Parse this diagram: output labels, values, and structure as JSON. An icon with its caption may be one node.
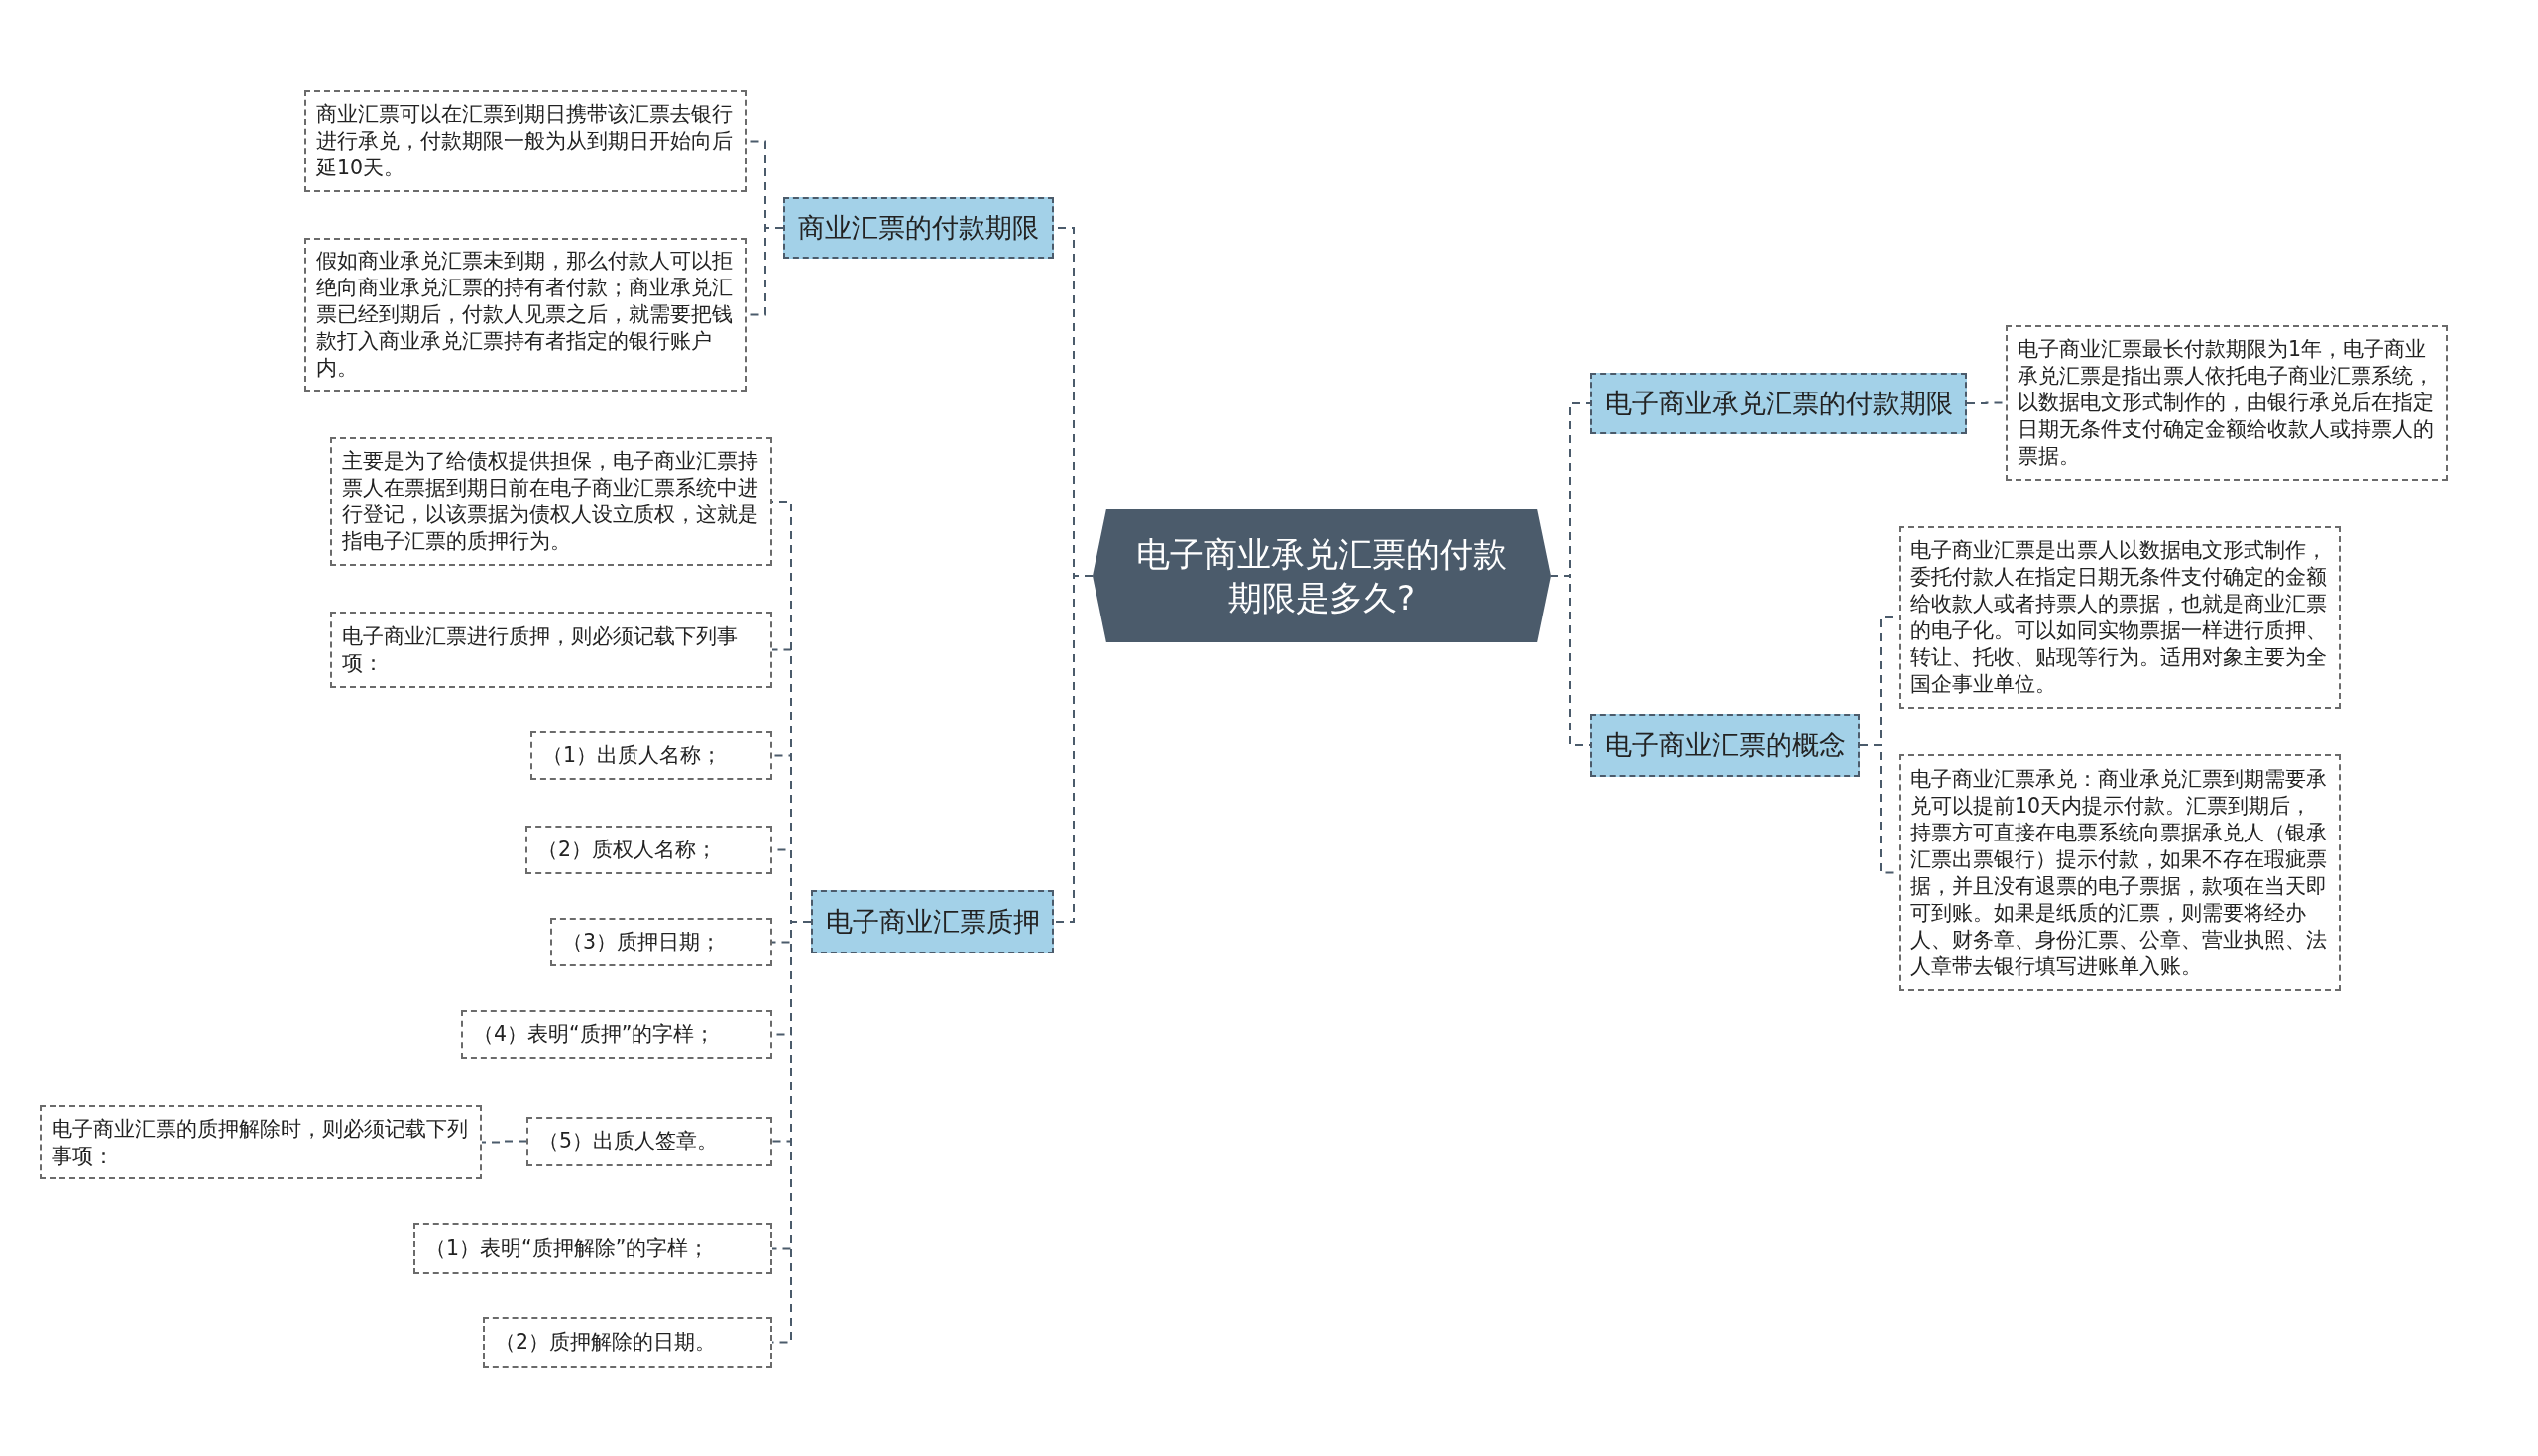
{
  "diagram": {
    "nodes": [
      {
        "text": [
          "电子商业承兑汇票的付款期限是多久?"
        ]
      },
      {
        "text": [
          "商业汇票的付款期限"
        ]
      },
      {
        "text": [
          "商业汇票可以在汇票到期日携带该汇票去银行进行承兑，付款期限一般为从到期日开始向后延10天。"
        ]
      },
      {
        "text": [
          "假如商业承兑汇票未到期，那么付款人可以拒绝向商业承兑汇票的持有者付款；商业承兑汇票已经到期后，付款人见票之后，就需要把钱款打入商业承兑汇票持有者指定的银行账户内。"
        ]
      },
      {
        "text": [
          "电子商业汇票质押"
        ]
      },
      {
        "text": [
          "主要是为了给债权提供担保，电子商业汇票持票人在票据到期日前在电子商业汇票系统中进行登记，以该票据为债权人设立质权，这就是指电子汇票的质押行为。"
        ]
      },
      {
        "text": [
          "电子商业汇票进行质押，则必须记载下列事项："
        ]
      },
      {
        "text": [
          "（1）出质人名称；"
        ]
      },
      {
        "text": [
          "（2）质权人名称；"
        ]
      },
      {
        "text": [
          "（3）质押日期；"
        ]
      },
      {
        "text": [
          "（4）表明“质押”的字样；"
        ]
      },
      {
        "text": [
          "（5）出质人签章。"
        ]
      },
      {
        "text": [
          "电子商业汇票的质押解除时，则必须记载下列事项："
        ]
      },
      {
        "text": [
          "（1）表明“质押解除”的字样；"
        ]
      },
      {
        "text": [
          "（2）质押解除的日期。"
        ]
      },
      {
        "text": [
          "电子商业承兑汇票的付款期限"
        ]
      },
      {
        "text": [
          "电子商业汇票最长付款期限为1年，电子商业承兑汇票是指出票人依托电子商业汇票系统，以数据电文形式制作的，由银行承兑后在指定日期无条件支付确定金额给收款人或持票人的票据。"
        ]
      },
      {
        "text": [
          "电子商业汇票的概念"
        ]
      },
      {
        "text": [
          "电子商业汇票是出票人以数据电文形式制作，委托付款人在指定日期无条件支付确定的金额给收款人或者持票人的票据，也就是商业汇票的电子化。可以如同实物票据一样进行质押、转让、托收、贴现等行为。适用对象主要为全国企事业单位。"
        ]
      },
      {
        "text": [
          "电子商业汇票承兑：商业承兑汇票到期需要承兑可以提前10天内提示付款。汇票到期后，持票方可直接在电票系统向票据承兑人（银承汇票出票银行）提示付款，如果不存在瑕疵票据，并且没有退票的电子票据，款项在当天即可到账。如果是纸质的汇票，则需要将经办人、财务章、身份汇票、公章、营业执照、法人章带去银行填写进账单入账。"
        ]
      }
    ],
    "edges": [
      {
        "from": 0,
        "to": 1,
        "arrow": "none"
      },
      {
        "from": 1,
        "to": 2,
        "arrow": "none"
      },
      {
        "from": 1,
        "to": 3,
        "arrow": "none"
      },
      {
        "from": 0,
        "to": 4,
        "arrow": "none"
      },
      {
        "from": 4,
        "to": 5,
        "arrow": "none"
      },
      {
        "from": 4,
        "to": 6,
        "arrow": "none"
      },
      {
        "from": 4,
        "to": 7,
        "arrow": "none"
      },
      {
        "from": 4,
        "to": 8,
        "arrow": "none"
      },
      {
        "from": 4,
        "to": 9,
        "arrow": "none"
      },
      {
        "from": 4,
        "to": 10,
        "arrow": "none"
      },
      {
        "from": 4,
        "to": 11,
        "arrow": "none"
      },
      {
        "from": 11,
        "to": 12,
        "arrow": "none"
      },
      {
        "from": 4,
        "to": 13,
        "arrow": "none"
      },
      {
        "from": 4,
        "to": 14,
        "arrow": "none"
      },
      {
        "from": 0,
        "to": 15,
        "arrow": "none"
      },
      {
        "from": 15,
        "to": 16,
        "arrow": "none"
      },
      {
        "from": 0,
        "to": 17,
        "arrow": "none"
      },
      {
        "from": 17,
        "to": 18,
        "arrow": "none"
      },
      {
        "from": 17,
        "to": 19,
        "arrow": "none"
      }
    ]
  }
}
